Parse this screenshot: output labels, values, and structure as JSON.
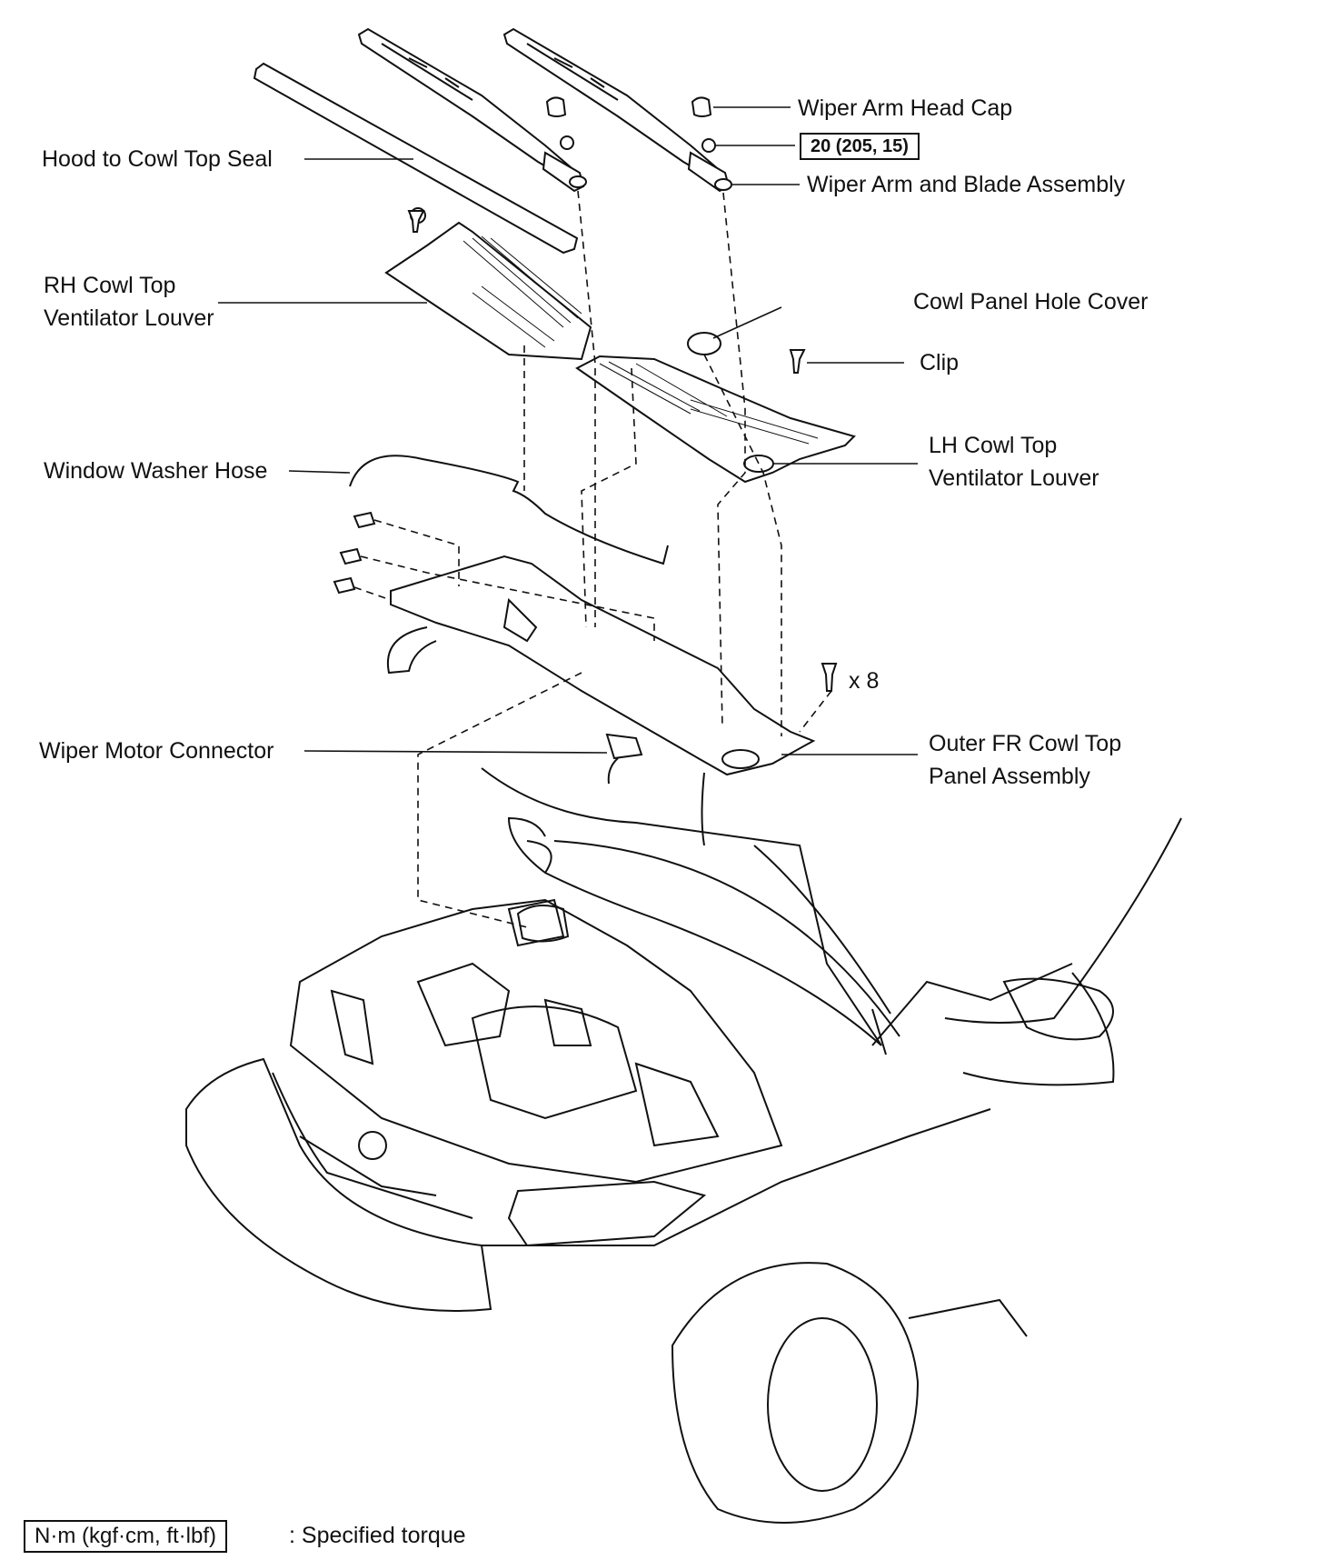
{
  "labels": {
    "hood_seal": "Hood to Cowl Top Seal",
    "rh_louver": [
      "RH Cowl Top",
      "Ventilator Louver"
    ],
    "washer_hose": "Window Washer Hose",
    "motor_connector": "Wiper Motor Connector",
    "head_cap": "Wiper Arm Head Cap",
    "arm_blade": "Wiper Arm and Blade Assembly",
    "hole_cover": "Cowl Panel Hole Cover",
    "clip": "Clip",
    "lh_louver": [
      "LH Cowl Top",
      "Ventilator Louver"
    ],
    "outer_panel": [
      "Outer FR Cowl Top",
      "Panel Assembly"
    ],
    "bolt_qty": "x 8"
  },
  "torque": {
    "nut_value": "20 (205, 15)",
    "legend_unit": "N·m (kgf·cm, ft·lbf)",
    "legend_text": ": Specified torque"
  }
}
